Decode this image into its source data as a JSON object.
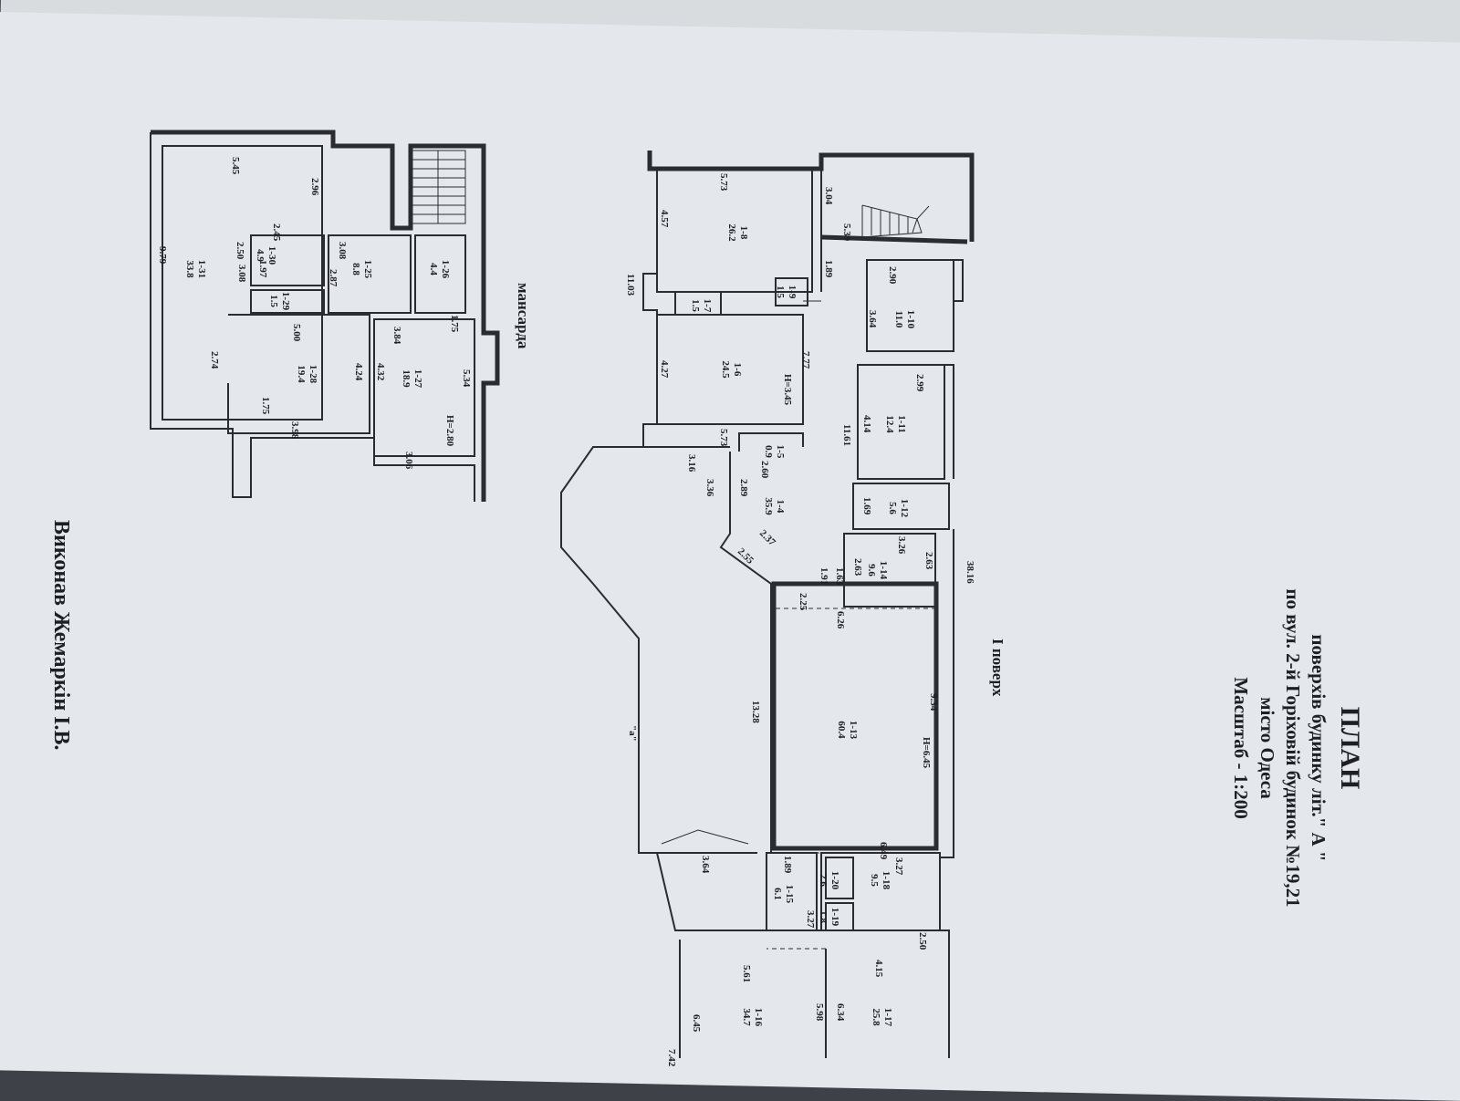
{
  "title": {
    "heading": "ПЛАН",
    "line1": "поверхів будинку літ.\" А \"",
    "line2": "по вул. 2-й Горіховій будинок №19,21",
    "line3": "місто Одеса",
    "line4": "Масштаб - 1:200"
  },
  "floors": {
    "ground": "І поверх",
    "attic": "мансарда"
  },
  "signature": "Виконав Жемаркін І.В.",
  "ground_rooms": [
    {
      "id": "1-8",
      "area": "26.2"
    },
    {
      "id": "1-9",
      "area": "1.5"
    },
    {
      "id": "1-7",
      "area": "1.5"
    },
    {
      "id": "1-6",
      "area": "24.5"
    },
    {
      "id": "1-5",
      "area": "0.9"
    },
    {
      "id": "1-4",
      "area": "35.9"
    },
    {
      "id": "1-10",
      "area": "11.0"
    },
    {
      "id": "1-11",
      "area": "12.4"
    },
    {
      "id": "1-12",
      "area": "5.6"
    },
    {
      "id": "1-14",
      "area": "9.6"
    },
    {
      "id": "1-13",
      "area": "60.4"
    },
    {
      "id": "1-18",
      "area": "9.5"
    },
    {
      "id": "1-20",
      "area": "2.6"
    },
    {
      "id": "1-15",
      "area": "6.1"
    },
    {
      "id": "1-19",
      "area": "1.8"
    },
    {
      "id": "1-17",
      "area": "25.8"
    },
    {
      "id": "1-16",
      "area": "34.7"
    }
  ],
  "attic_rooms": [
    {
      "id": "1-31",
      "area": "33.8"
    },
    {
      "id": "1-30",
      "area": "4.9"
    },
    {
      "id": "1-25",
      "area": "8.8"
    },
    {
      "id": "1-26",
      "area": "4.4"
    },
    {
      "id": "1-29",
      "area": "1.5"
    },
    {
      "id": "1-28",
      "area": "19.4"
    },
    {
      "id": "1-27",
      "area": "18.9"
    }
  ],
  "ground_dimensions": [
    "5.73",
    "3.04",
    "5.39",
    "4.57",
    "11.03",
    "1.89",
    "2.90",
    "3.64",
    "7.77",
    "4.27",
    "H=3.45",
    "5.73",
    "2.99",
    "4.14",
    "11.61",
    "3.16",
    "2.60",
    "3.36",
    "2.89",
    "1.69",
    "2.37",
    "2.55",
    "3.26",
    "2.63",
    "2.63",
    "1.63",
    "1.91",
    "38.16",
    "2.25",
    "6.26",
    "9.34",
    "H=6.45",
    "13.28",
    "\"а\"",
    "6.49",
    "1.89",
    "3.27",
    "3.27",
    "2.50",
    "3.64",
    "5.61",
    "4.15",
    "5.98",
    "6.34",
    "6.45",
    "7.42"
  ],
  "attic_dimensions": [
    "5.45",
    "2.96",
    "2.45",
    "2.50",
    "3.08",
    "1.97",
    "3.08",
    "2.87",
    "9.79",
    "1.75",
    "5.00",
    "3.84",
    "2.74",
    "4.24",
    "4.32",
    "5.34",
    "H=2.80",
    "1.75",
    "3.98",
    "3.06"
  ],
  "colors": {
    "paper": "#e4e7eb",
    "ink": "#1d1f22",
    "background": "#3e4248"
  }
}
